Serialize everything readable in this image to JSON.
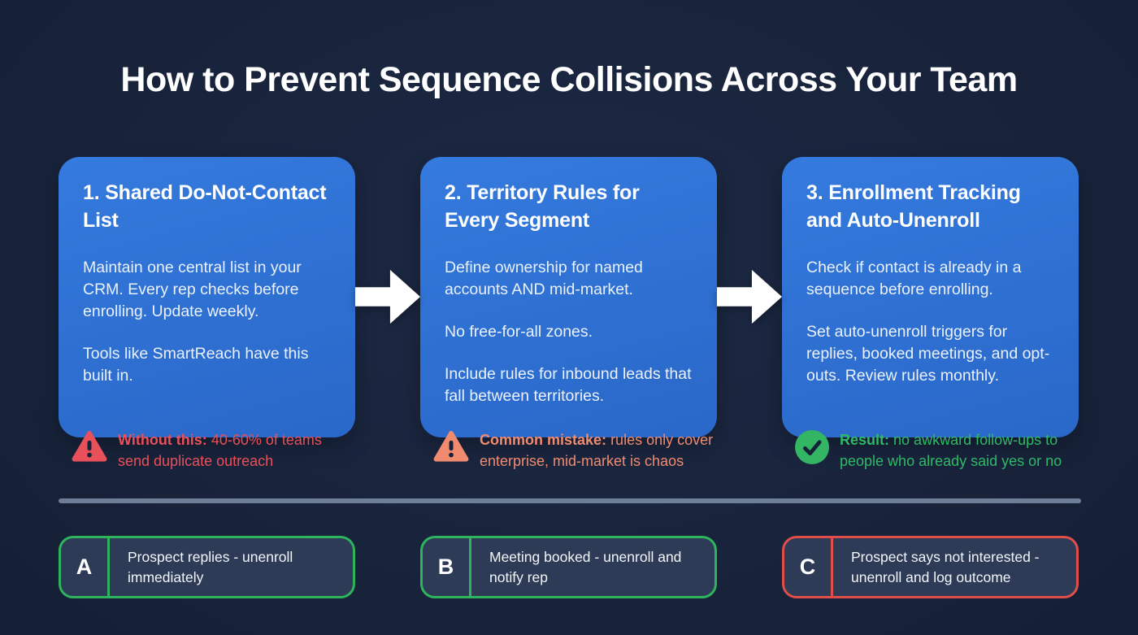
{
  "title": "How to Prevent Sequence Collisions Across Your Team",
  "steps": [
    {
      "heading": "1. Shared Do-Not-Contact List",
      "paragraphs": [
        "Maintain one central list in your CRM. Every rep checks before enrolling. Update weekly.",
        "Tools like SmartReach have this built in."
      ],
      "note_icon": "warning-triangle-icon",
      "note_lead": "Without this:",
      "note_text": "40-60% of teams send duplicate outreach"
    },
    {
      "heading": "2. Territory Rules for Every Segment",
      "paragraphs": [
        "Define ownership for named accounts AND mid-market.",
        "No free-for-all zones.",
        "Include rules for inbound leads that fall between territories."
      ],
      "note_icon": "warning-triangle-icon",
      "note_lead": "Common mistake:",
      "note_text": "rules only cover enterprise, mid-market is chaos"
    },
    {
      "heading": "3. Enrollment Tracking and Auto-Unenroll",
      "paragraphs": [
        "Check if contact is already in a sequence before enrolling.",
        "Set auto-unenroll triggers for replies, booked meetings, and opt-outs. Review rules monthly."
      ],
      "note_icon": "check-circle-icon",
      "note_lead": "Result:",
      "note_text": "no awkward follow-ups to people who already said yes or no"
    }
  ],
  "triggers": [
    {
      "label": "A",
      "text": "Prospect replies - unenroll immediately",
      "accent": "#2eb45c"
    },
    {
      "label": "B",
      "text": "Meeting booked - unenroll and notify rep",
      "accent": "#2eb45c"
    },
    {
      "label": "C",
      "text": "Prospect says not interested - unenroll and log outcome",
      "accent": "#e14e49"
    }
  ],
  "colors": {
    "background_center": "#1d2944",
    "background_mid": "#172239",
    "background_edge": "#0f1a30",
    "card_blue_top": "#357ade",
    "card_blue": "#2e70d2",
    "card_blue_bottom": "#2a67c8",
    "card_body_text": "#eaf1fd",
    "text_white": "#ffffff",
    "note_red": "#e8505a",
    "note_orange": "#f08b70",
    "note_green": "#2fb966",
    "icon_mark_dark": "#16213a",
    "divider_gray": "#6f7e97",
    "trigger_green": "#2eb45c",
    "trigger_red": "#e14e49",
    "trigger_bg": "#2d3b57",
    "trigger_text": "#f2f5fa",
    "arrow_white": "#ffffff"
  }
}
